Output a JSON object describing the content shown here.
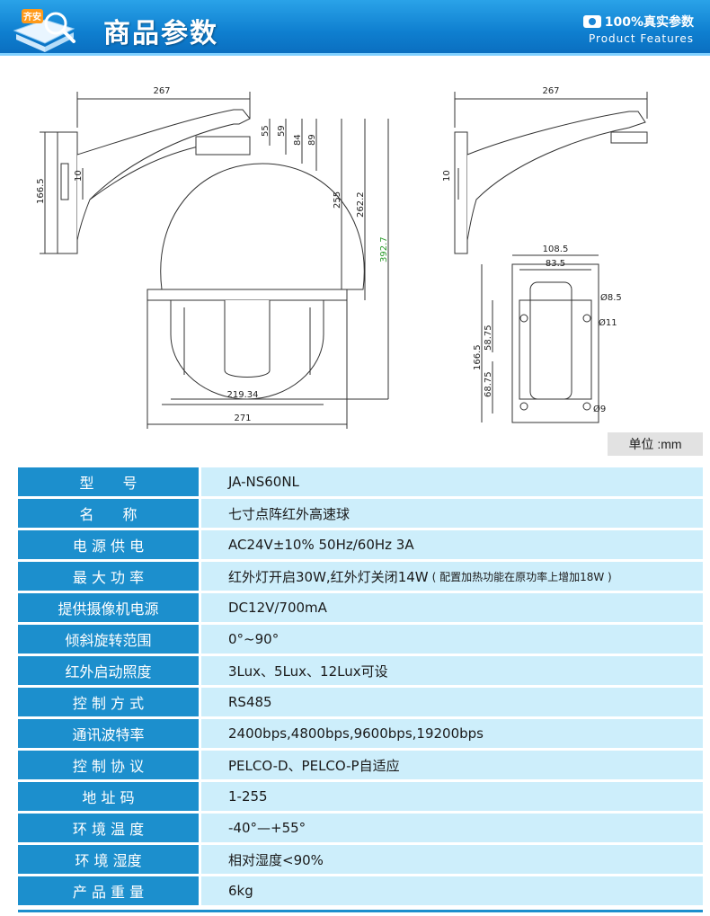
{
  "header": {
    "title": "商品参数",
    "badge_text": "100%真实参数",
    "subtitle": "Product Features",
    "logo_text": "齐安"
  },
  "drawing": {
    "dims_side": [
      "267",
      "55",
      "59",
      "84",
      "89",
      "255",
      "262.2",
      "392.7",
      "10",
      "166.5",
      "219.34",
      "271"
    ],
    "dims_right": [
      "267",
      "10"
    ],
    "dims_base": [
      "108.5",
      "83.5",
      "Ø8.5",
      "Ø11",
      "58.75",
      "166.5",
      "68.75",
      "Ø9"
    ],
    "unit": "单位 :mm"
  },
  "specs": [
    {
      "label": "型　　号",
      "value": "JA-NS60NL"
    },
    {
      "label": "名　　称",
      "value": "七寸点阵红外高速球"
    },
    {
      "label": "电 源 供 电",
      "value": "AC24V±10% 50Hz/60Hz 3A"
    },
    {
      "label": "最 大 功 率",
      "value": "红外灯开启30W,红外灯关闭14W",
      "note": "( 配置加热功能在原功率上增加18W )"
    },
    {
      "label": "提供摄像机电源",
      "value": "DC12V/700mA"
    },
    {
      "label": "倾斜旋转范围",
      "value": "0°~90°"
    },
    {
      "label": "红外启动照度",
      "value": "3Lux、5Lux、12Lux可设"
    },
    {
      "label": "控 制 方 式",
      "value": "RS485"
    },
    {
      "label": "通讯波特率",
      "value": "2400bps,4800bps,9600bps,19200bps"
    },
    {
      "label": "控 制 协 议",
      "value": "PELCO-D、PELCO-P自适应"
    },
    {
      "label": "地 址 码",
      "value": "1-255"
    },
    {
      "label": "环 境 温 度",
      "value": "-40°—+55°"
    },
    {
      "label": "环 境 湿度",
      "value": "相对湿度<90%"
    },
    {
      "label": "产 品 重 量",
      "value": "6kg"
    }
  ],
  "colors": {
    "label_bg": "#1c8fcd",
    "value_bg": "#cdeefb",
    "banner": "#0f7fd0"
  }
}
